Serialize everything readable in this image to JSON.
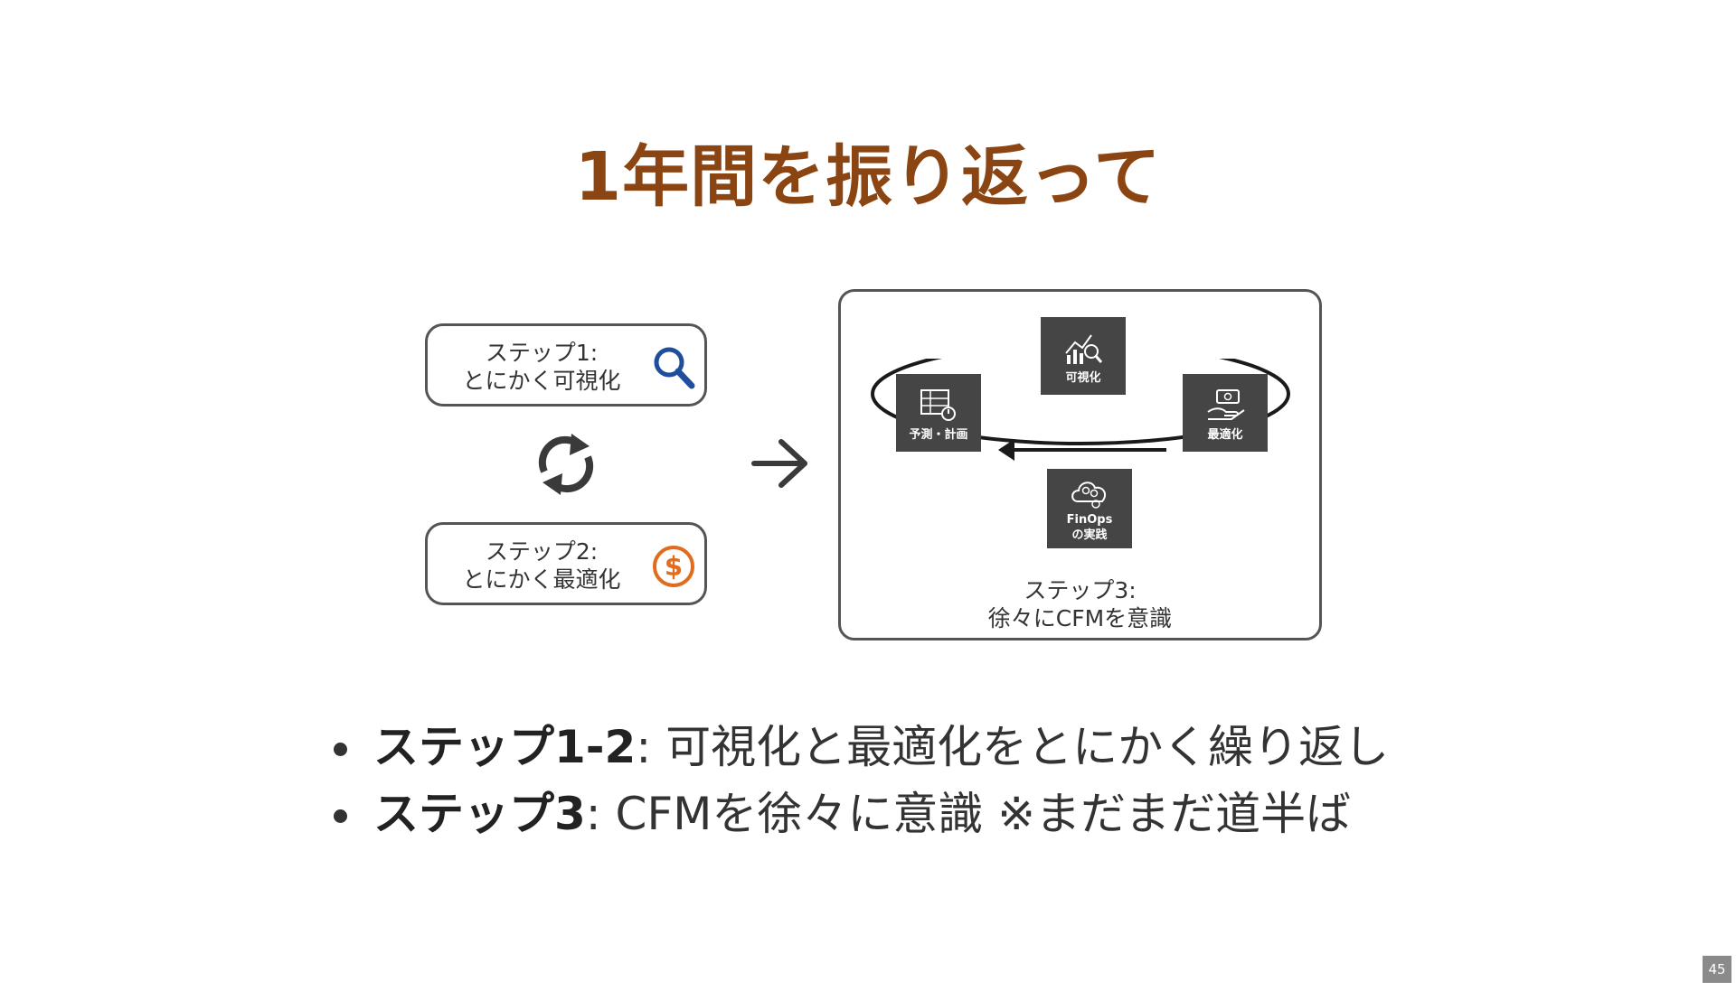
{
  "slide": {
    "title": "1年間を振り返って",
    "page_number": "45"
  },
  "steps": {
    "step1": {
      "line1": "ステップ1:",
      "line2": "とにかく可視化",
      "icon": "magnifier-icon",
      "icon_color": "#1f4e9c"
    },
    "step2": {
      "line1": "ステップ2:",
      "line2": "とにかく最適化",
      "icon": "dollar-coin-icon",
      "icon_color": "#e06c1f"
    },
    "step3": {
      "line1": "ステップ3:",
      "line2": "徐々にCFMを意識"
    }
  },
  "cycle": {
    "visualize": "可視化",
    "optimize": "最適化",
    "forecast": "予測・計画",
    "finops_line1": "FinOps",
    "finops_line2": "の実践"
  },
  "bullets": [
    {
      "label": "ステップ1-2",
      "text": ": 可視化と最適化をとにかく繰り返し"
    },
    {
      "label": "ステップ3",
      "text": ": CFMを徐々に意識 ※まだまだ道半ば"
    }
  ],
  "colors": {
    "title": "#8b4513",
    "tile": "#454545",
    "border": "#555555"
  }
}
